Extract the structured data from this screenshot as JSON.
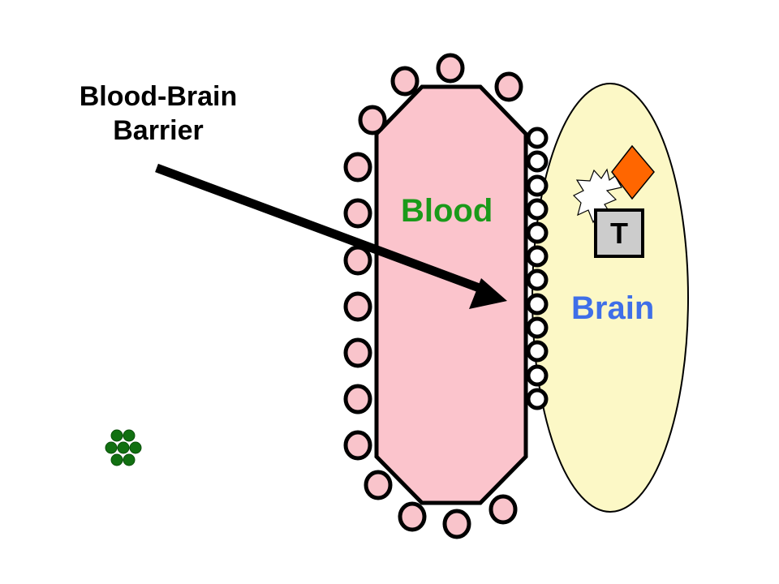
{
  "labels": {
    "barrier": [
      "Blood-Brain",
      "Barrier"
    ],
    "blood": "Blood",
    "brain": "Brain",
    "transporter": "T"
  },
  "colors": {
    "blood_fill": "#fbc4cc",
    "brain_fill": "#fcf8c6",
    "cell_fill": "#f9c4cb",
    "barrier_label": "#000000",
    "blood_label": "#1a9a1a",
    "brain_label": "#3f6fe8",
    "molecule_orange": "#ff6600",
    "transporter_fill": "#cccccc",
    "small_molecule": "#117011"
  },
  "icons": [
    "arrow-icon",
    "starburst-icon",
    "diamond-icon",
    "molecule-cluster-icon"
  ]
}
